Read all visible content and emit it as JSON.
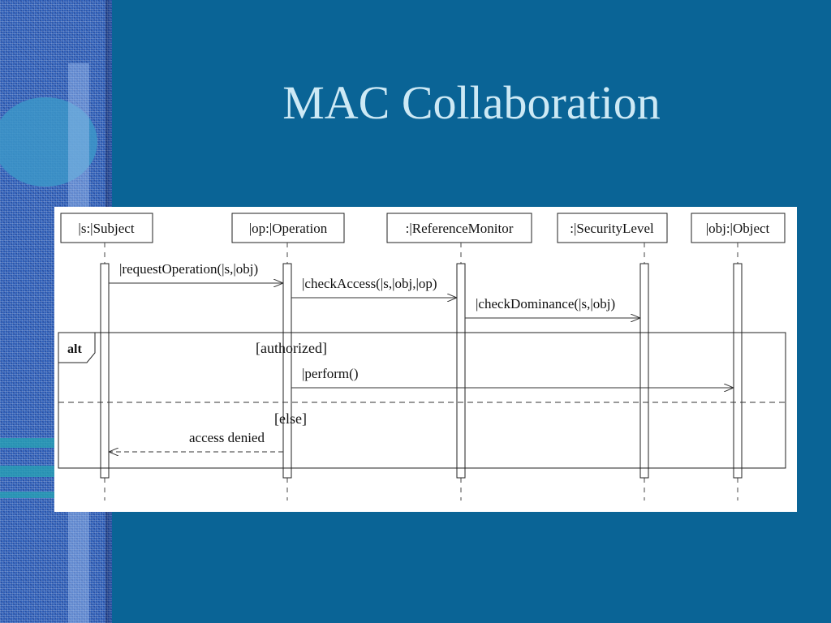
{
  "slide": {
    "title": "MAC Collaboration"
  },
  "diagram": {
    "type": "sequence",
    "lifelines": [
      "|s:|Subject",
      "|op:|Operation",
      ":|ReferenceMonitor",
      ":|SecurityLevel",
      "|obj:|Object"
    ],
    "messages": [
      {
        "label": "|requestOperation(|s,|obj)",
        "from": "|s:|Subject",
        "to": "|op:|Operation",
        "kind": "sync"
      },
      {
        "label": "|checkAccess(|s,|obj,|op)",
        "from": "|op:|Operation",
        "to": ":|ReferenceMonitor",
        "kind": "sync"
      },
      {
        "label": "|checkDominance(|s,|obj)",
        "from": ":|ReferenceMonitor",
        "to": ":|SecurityLevel",
        "kind": "sync"
      },
      {
        "label": "|perform()",
        "from": "|op:|Operation",
        "to": "|obj:|Object",
        "kind": "sync"
      },
      {
        "label": "access denied",
        "from": "|op:|Operation",
        "to": "|s:|Subject",
        "kind": "return"
      }
    ],
    "fragment": {
      "operator": "alt",
      "guards": [
        "[authorized]",
        "[else]"
      ]
    }
  }
}
